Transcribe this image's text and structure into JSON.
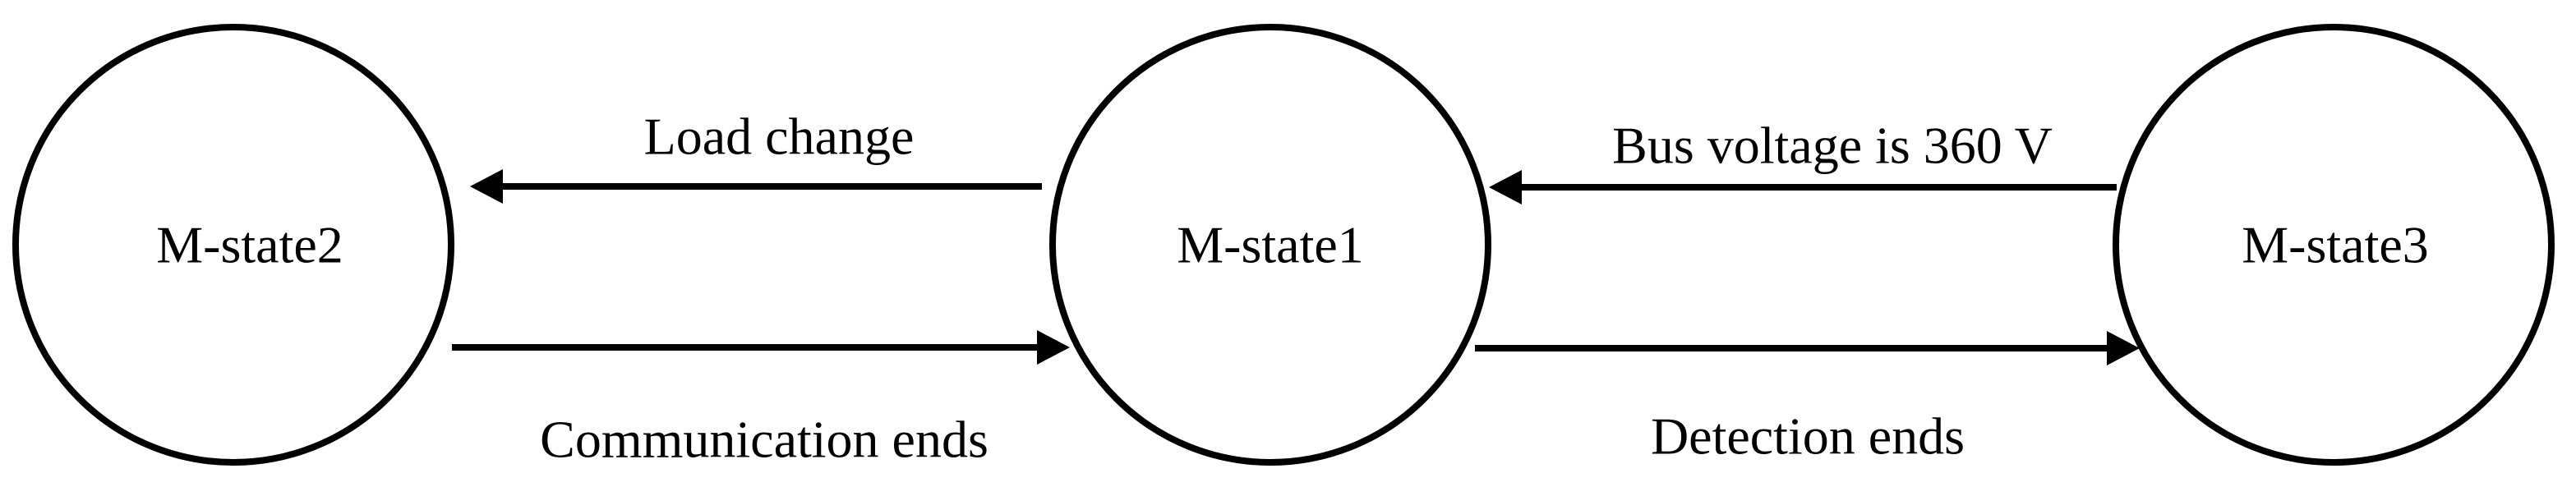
{
  "states": {
    "state2": {
      "label": "M-state2"
    },
    "state1": {
      "label": "M-state1"
    },
    "state3": {
      "label": "M-state3"
    }
  },
  "transitions": {
    "load_change": {
      "label": "Load change",
      "from": "M-state1",
      "to": "M-state2"
    },
    "communication_ends": {
      "label": "Communication ends",
      "from": "M-state2",
      "to": "M-state1"
    },
    "bus_voltage": {
      "label": "Bus voltage is 360 V",
      "from": "M-state3",
      "to": "M-state1"
    },
    "detection_ends": {
      "label": "Detection ends",
      "from": "M-state1",
      "to": "M-state3"
    }
  }
}
